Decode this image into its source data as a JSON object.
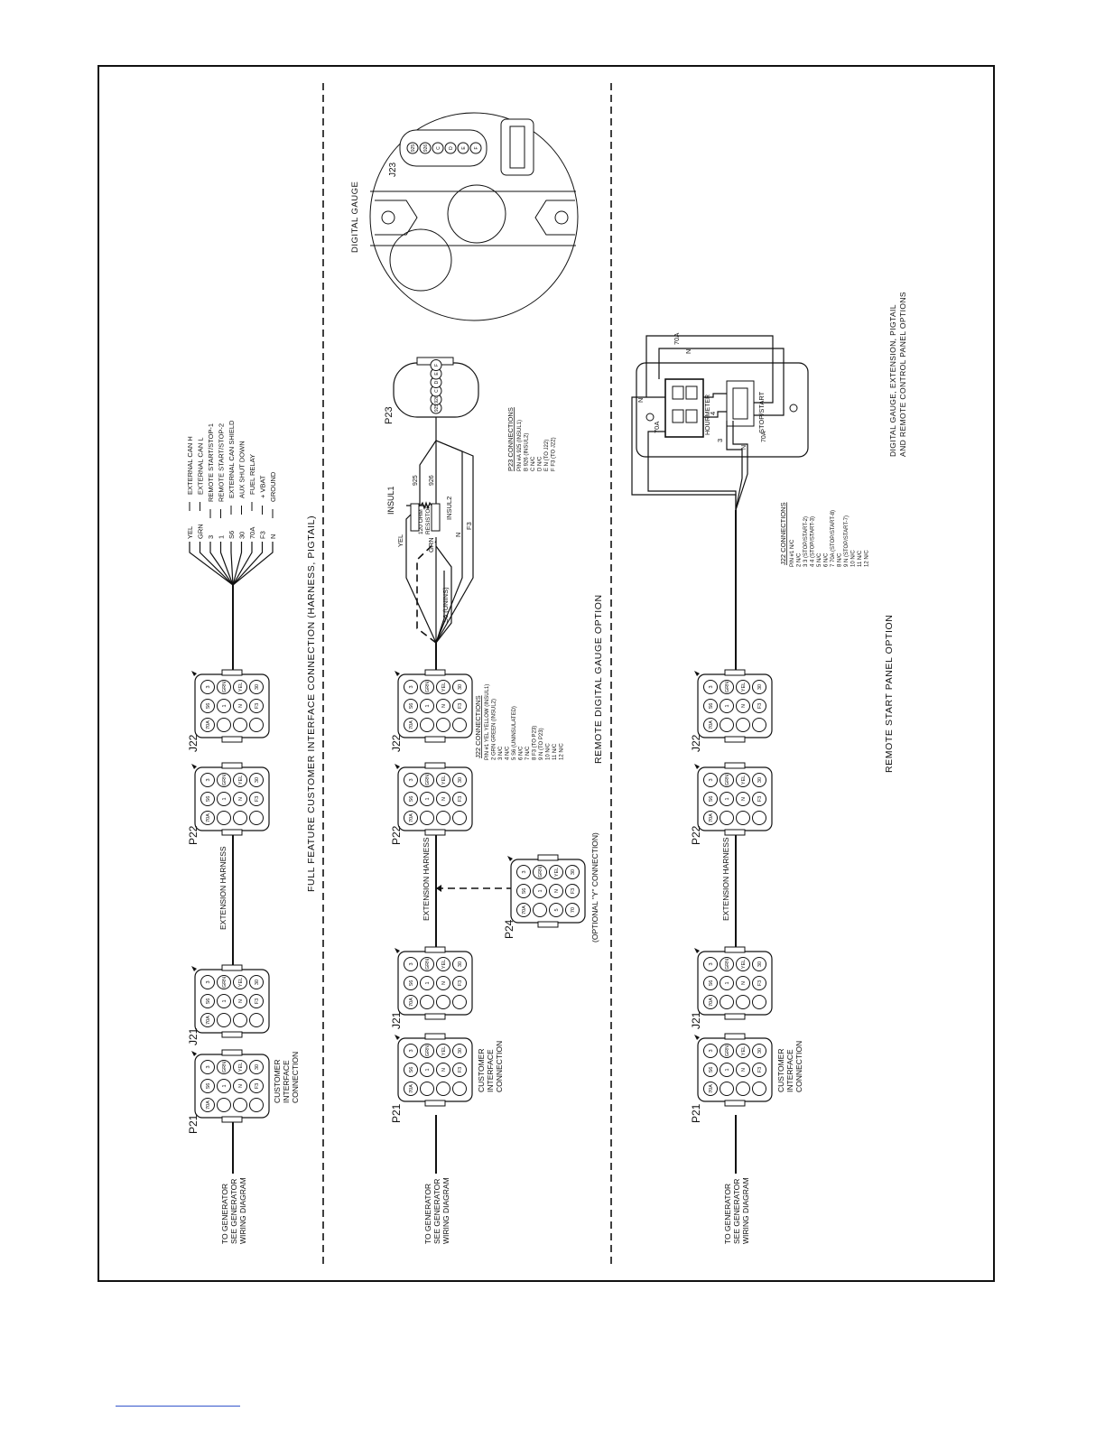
{
  "connector_pins": {
    "p21": [
      "3",
      "GRN",
      "YEL",
      "30",
      "S6",
      "1",
      "N",
      "F3",
      "70A",
      "",
      "",
      ""
    ],
    "j21": [
      "3",
      "GRN",
      "YEL",
      "30",
      "S6",
      "1",
      "N",
      "F3",
      "70A",
      "",
      "",
      ""
    ],
    "p22": [
      "3",
      "GRN",
      "YEL",
      "30",
      "S6",
      "1",
      "N",
      "F3",
      "70A",
      "",
      "",
      ""
    ],
    "j22": [
      "3",
      "GRN",
      "YEL",
      "30",
      "S6",
      "1",
      "N",
      "F3",
      "70A",
      "",
      "",
      ""
    ],
    "p24": [
      "3",
      "GRN",
      "YEL",
      "30",
      "S6",
      "1",
      "N",
      "F3",
      "70A",
      "",
      "5",
      "70"
    ]
  },
  "section1": {
    "title": "FULL FEATURE CUSTOMER INTERFACE CONNECTION (HARNESS, PIGTAIL)",
    "to_generator": [
      "TO GENERATOR",
      "SEE GENERATOR",
      "WIRING DIAGRAM"
    ],
    "p21_label": "P21",
    "j21_label": "J21",
    "p22_label": "P22",
    "j22_label": "J22",
    "customer_interface": [
      "CUSTOMER",
      "INTERFACE",
      "CONNECTION"
    ],
    "harness_label": "EXTENSION HARNESS",
    "pigtail": [
      {
        "wire": "YEL",
        "desc": "EXTERNAL CAN H"
      },
      {
        "wire": "GRN",
        "desc": "EXTERNAL CAN L"
      },
      {
        "wire": "3",
        "desc": "REMOTE START/STOP-1"
      },
      {
        "wire": "1",
        "desc": "REMOTE START/STOP-2"
      },
      {
        "wire": "S6",
        "desc": "EXTERNAL CAN SHIELD"
      },
      {
        "wire": "30",
        "desc": "AUX SHUT DOWN"
      },
      {
        "wire": "70A",
        "desc": "FUEL RELAY"
      },
      {
        "wire": "F3",
        "desc": "+ VBAT"
      },
      {
        "wire": "N",
        "desc": "GROUND"
      }
    ]
  },
  "section2": {
    "title": "REMOTE DIGITAL GAUGE OPTION",
    "to_generator": [
      "TO GENERATOR",
      "SEE GENERATOR",
      "WIRING DIAGRAM"
    ],
    "p21_label": "P21",
    "j21_label": "J21",
    "p22_label": "P22",
    "j22_label": "J22",
    "p24_label": "P24",
    "optional_y": "(OPTIONAL \"Y\" CONNECTION)",
    "customer_interface": [
      "CUSTOMER",
      "INTERFACE",
      "CONNECTION"
    ],
    "harness_label": "EXTENSION HARNESS",
    "insul1": "INSUL1",
    "insul2": "INSUL2",
    "resistor": [
      "120 OHM",
      "RESISTOR"
    ],
    "s6_label": "S6 (UNINS)",
    "wire_yel": "YEL",
    "wire_grn": "GRN",
    "wire_n": "N",
    "wire_f3": "F3",
    "wire_925": "925",
    "wire_926": "926",
    "p23_label": "P23",
    "p23_pins": [
      "925",
      "926",
      "C",
      "D",
      "E",
      "F"
    ],
    "j23_label": "J23",
    "j23_pins": [
      "925",
      "926",
      "C",
      "D",
      "E",
      "F"
    ],
    "digital_gauge": "DIGITAL GAUGE",
    "j22_conn_title": "J22 CONNECTIONS",
    "j22_conn": [
      "PIN #1  YEL  YELLOW (INSUL1)",
      "2  GRN  GREEN (INSUL2)",
      "3  N/C",
      "4  N/C",
      "5  S6  (UNINSULATED)",
      "6  N/C",
      "7  N/C",
      "8  F3  (TO P23)",
      "9  N  (TO P23)",
      "10  N/C",
      "11  N/C",
      "12  N/C"
    ],
    "p23_conn_title": "P23 CONNECTIONS",
    "p23_conn": [
      "PIN #A  925  (INSUL1)",
      "B  926  (INSUL2)",
      "C  N/C",
      "D  N/C",
      "E  N  (TO J22)",
      "F  F3  (TO J22)"
    ]
  },
  "section3": {
    "title": "REMOTE START PANEL OPTION",
    "to_generator": [
      "TO GENERATOR",
      "SEE GENERATOR",
      "WIRING DIAGRAM"
    ],
    "p21_label": "P21",
    "j21_label": "J21",
    "p22_label": "P22",
    "j22_label": "J22",
    "customer_interface": [
      "CUSTOMER",
      "INTERFACE",
      "CONNECTION"
    ],
    "harness_label": "EXTENSION HARNESS",
    "hourmeter": "HOURMETER",
    "stop_start": "STOP/START",
    "wire_70a": "70A",
    "wire_n": "N",
    "wire_3": "3",
    "wire_4": "4",
    "j22_conn_title": "J22 CONNECTIONS",
    "j22_conn": [
      "PIN #1  N/C",
      "2  N/C",
      "3  3  (STOP/START-2)",
      "4  4  (STOP/START-3)",
      "5  N/C",
      "6  N/C",
      "7  70A  (STOP/START-8)",
      "8  N/C",
      "9  N  (STOP/START-7)",
      "10  N/C",
      "11  N/C",
      "12  N/C"
    ],
    "footer": [
      "DIGITAL GAUGE, EXTENSION, PIGTAIL",
      "AND REMOTE CONTROL PANEL OPTIONS"
    ]
  }
}
